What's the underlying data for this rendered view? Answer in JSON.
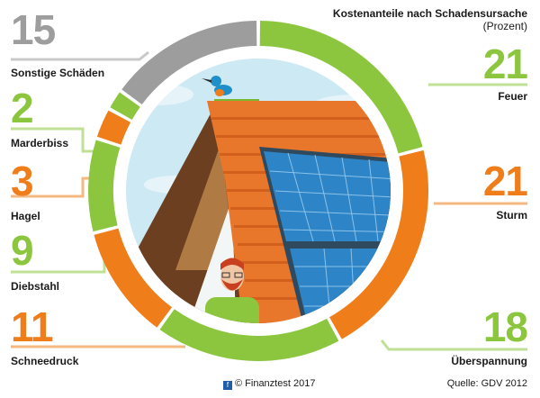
{
  "chart_data": {
    "type": "pie",
    "title": "Kostenanteile nach Schadensursache",
    "title_unit": "(Prozent)",
    "categories": [
      "Feuer",
      "Sturm",
      "Überspannung",
      "Schneedruck",
      "Diebstahl",
      "Hagel",
      "Marderbiss",
      "Sonstige Schäden"
    ],
    "values": [
      21,
      21,
      18,
      11,
      9,
      3,
      2,
      15
    ],
    "colors": [
      "#8cc63f",
      "#ef7d1a",
      "#8cc63f",
      "#ef7d1a",
      "#8cc63f",
      "#ef7d1a",
      "#8cc63f",
      "#9d9d9d"
    ],
    "value_unit": "Prozent",
    "legend": "around",
    "start_angle_deg": 0,
    "direction": "clockwise"
  },
  "footer": {
    "logo_glyph": "f",
    "copyright": "© Finanztest 2017",
    "source": "Quelle: GDV 2012"
  }
}
